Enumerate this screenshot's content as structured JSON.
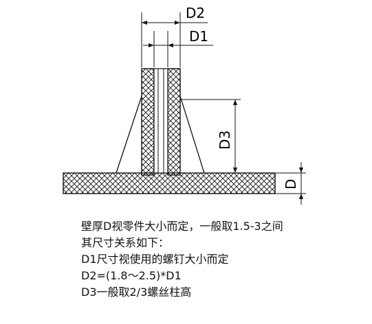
{
  "diagram": {
    "labels": {
      "d2": "D2",
      "d1": "D1",
      "d3": "D3",
      "d": "D"
    }
  },
  "notes": [
    "壁厚D视零件大小而定，一般取1.5-3之间",
    "其尺寸关系如下：",
    "D1尺寸视使用的螺钉大小而定",
    "D2=(1.8～2.5)*D1",
    "D3一般取2/3螺丝柱高"
  ]
}
